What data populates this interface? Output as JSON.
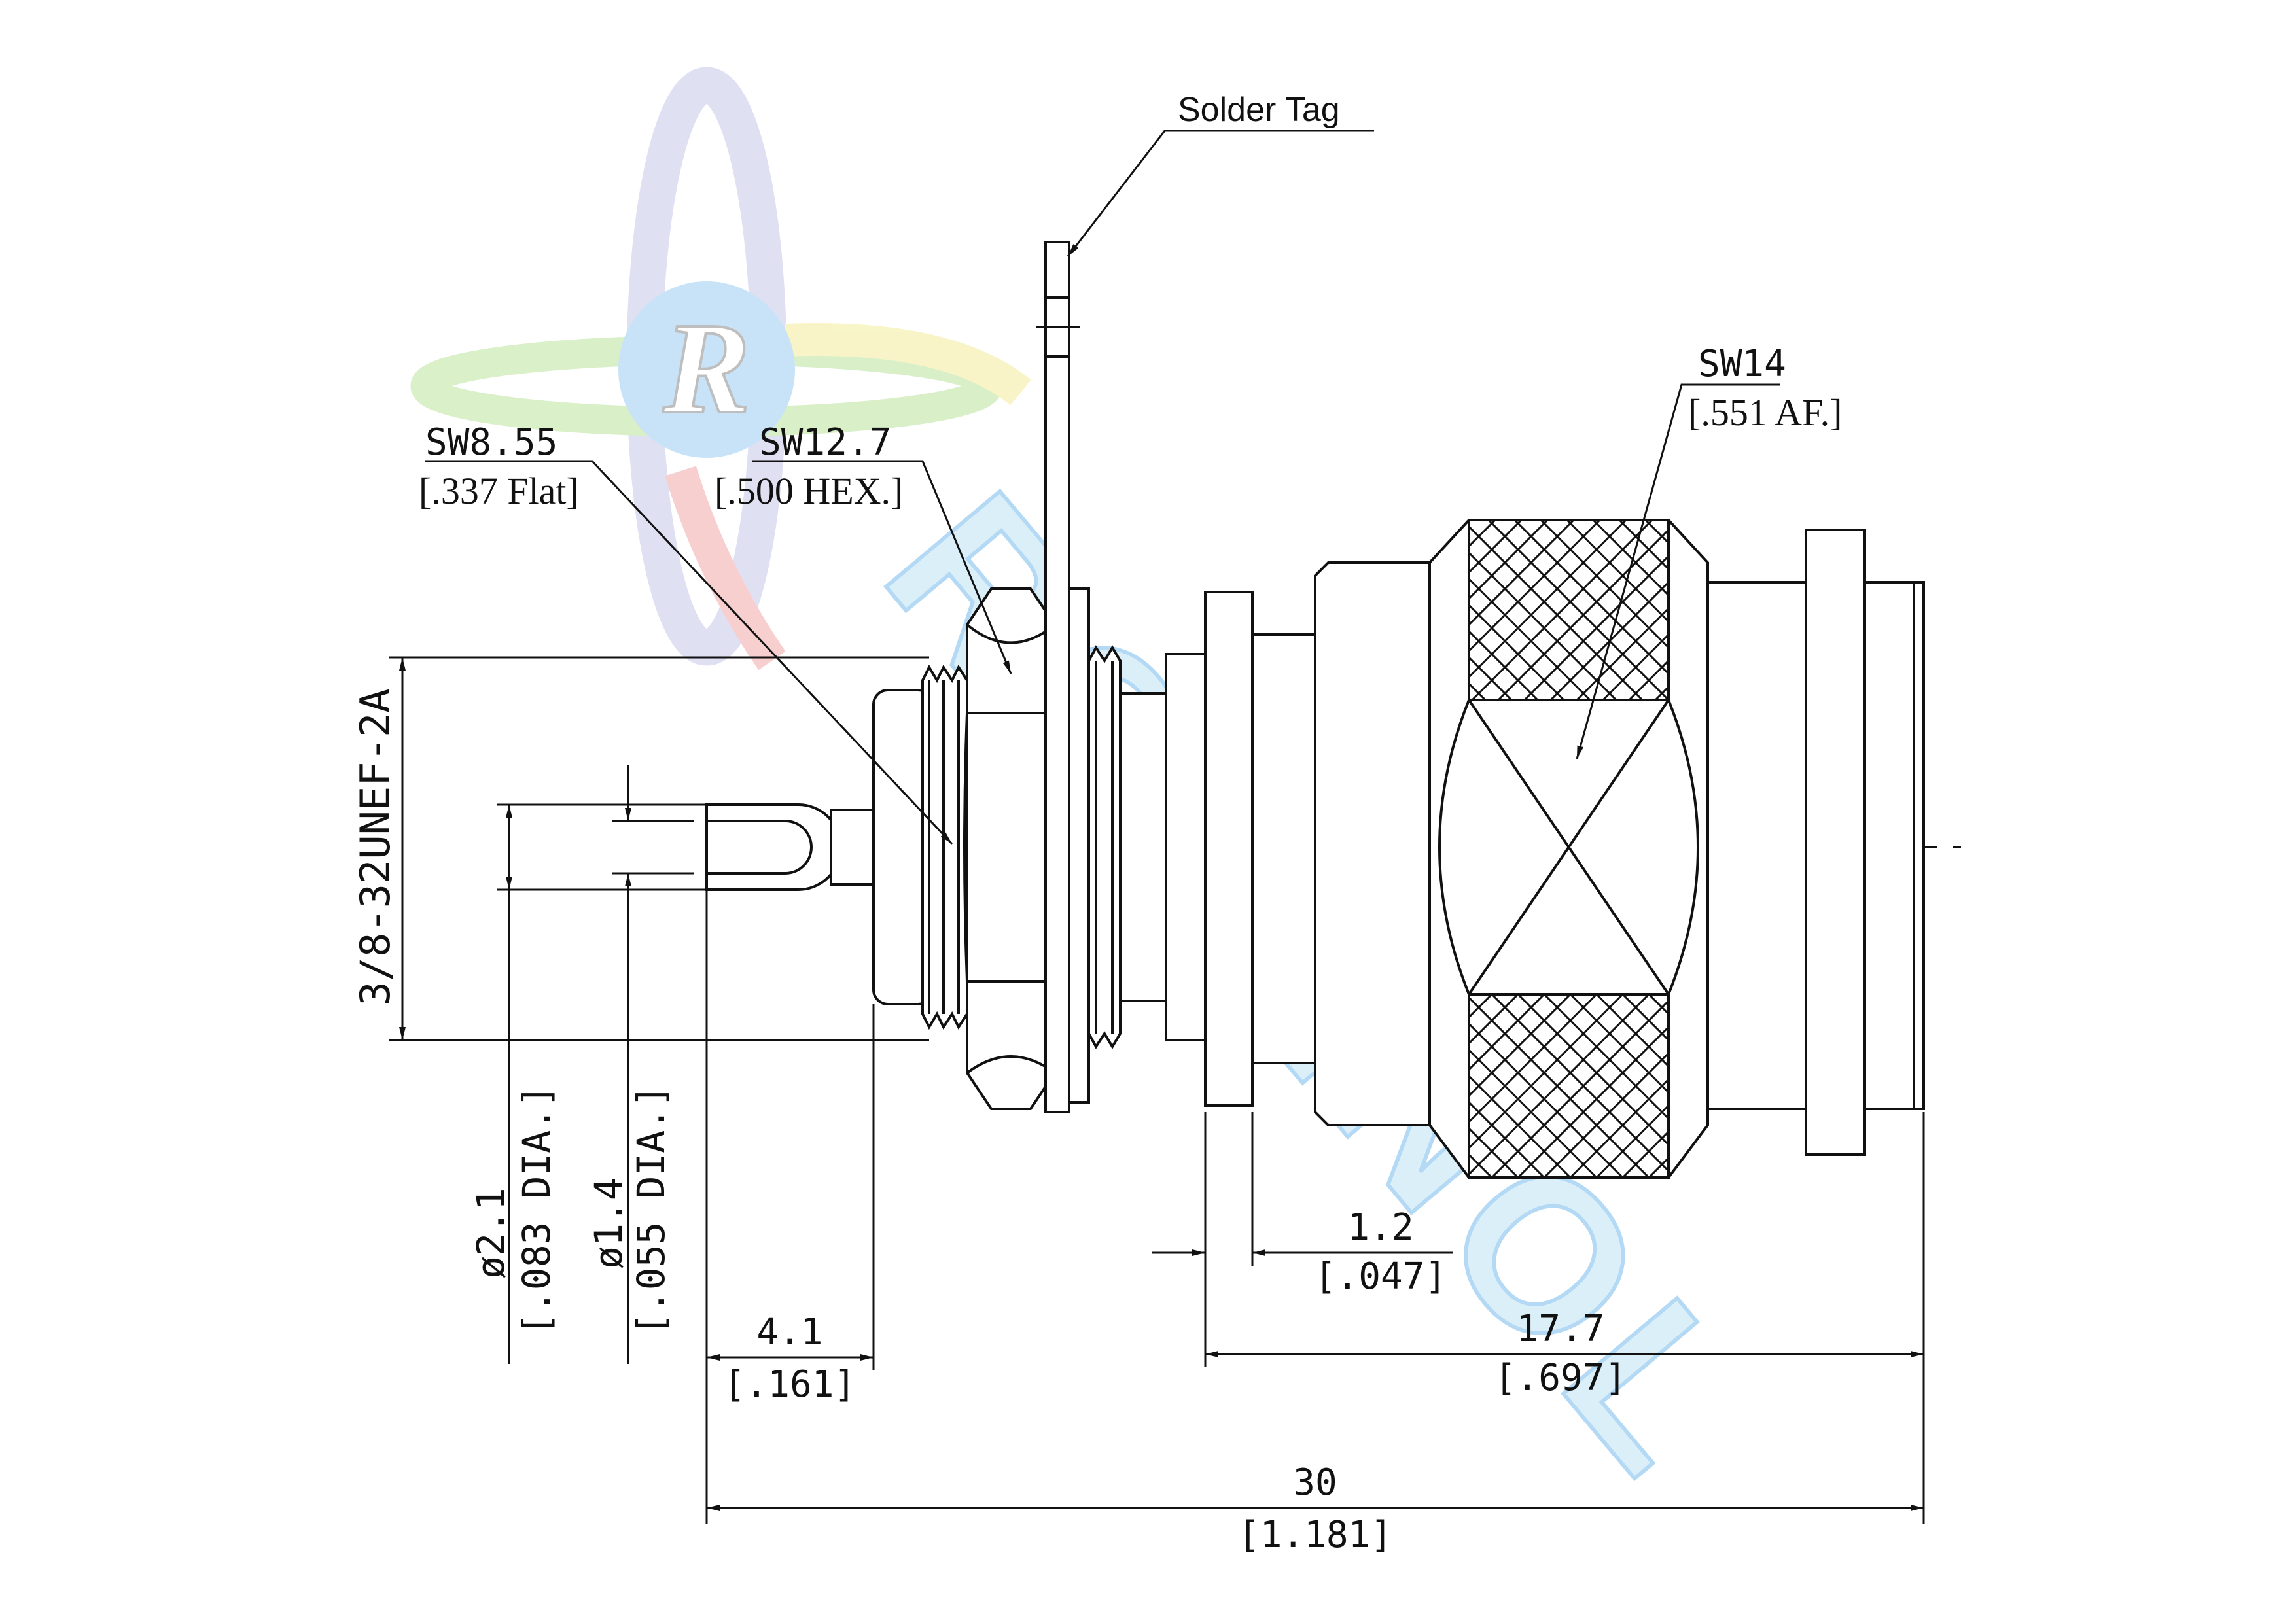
{
  "colors": {
    "line": "#111111",
    "logo_blue": "#9ccdf2",
    "logo_green": "#b9e39a",
    "logo_yellow": "#f3ec9c",
    "logo_red": "#f2a9a9",
    "logo_purple": "#c7c7ea"
  },
  "logo": {
    "letter": "R",
    "wordmark": "ROSENOL"
  },
  "labels": {
    "solder_tag": "Solder Tag",
    "sw855": "SW8.55",
    "sw855_inch": "[.337 Flat]",
    "sw127": "SW12.7",
    "sw127_inch": "[.500 HEX.]",
    "sw14": "SW14",
    "sw14_inch": "[.551 AF.]",
    "thread": "3/8-32UNEF-2A",
    "dia21": "ø2.1",
    "dia21_inch": "[.083 DIA.]",
    "dia14": "ø1.4",
    "dia14_inch": "[.055 DIA.]",
    "dim41": "4.1",
    "dim41_inch": "[.161]",
    "dim12": "1.2",
    "dim12_inch": "[.047]",
    "dim177": "17.7",
    "dim177_inch": "[.697]",
    "dim30": "30",
    "dim30_inch": "[1.181]"
  }
}
